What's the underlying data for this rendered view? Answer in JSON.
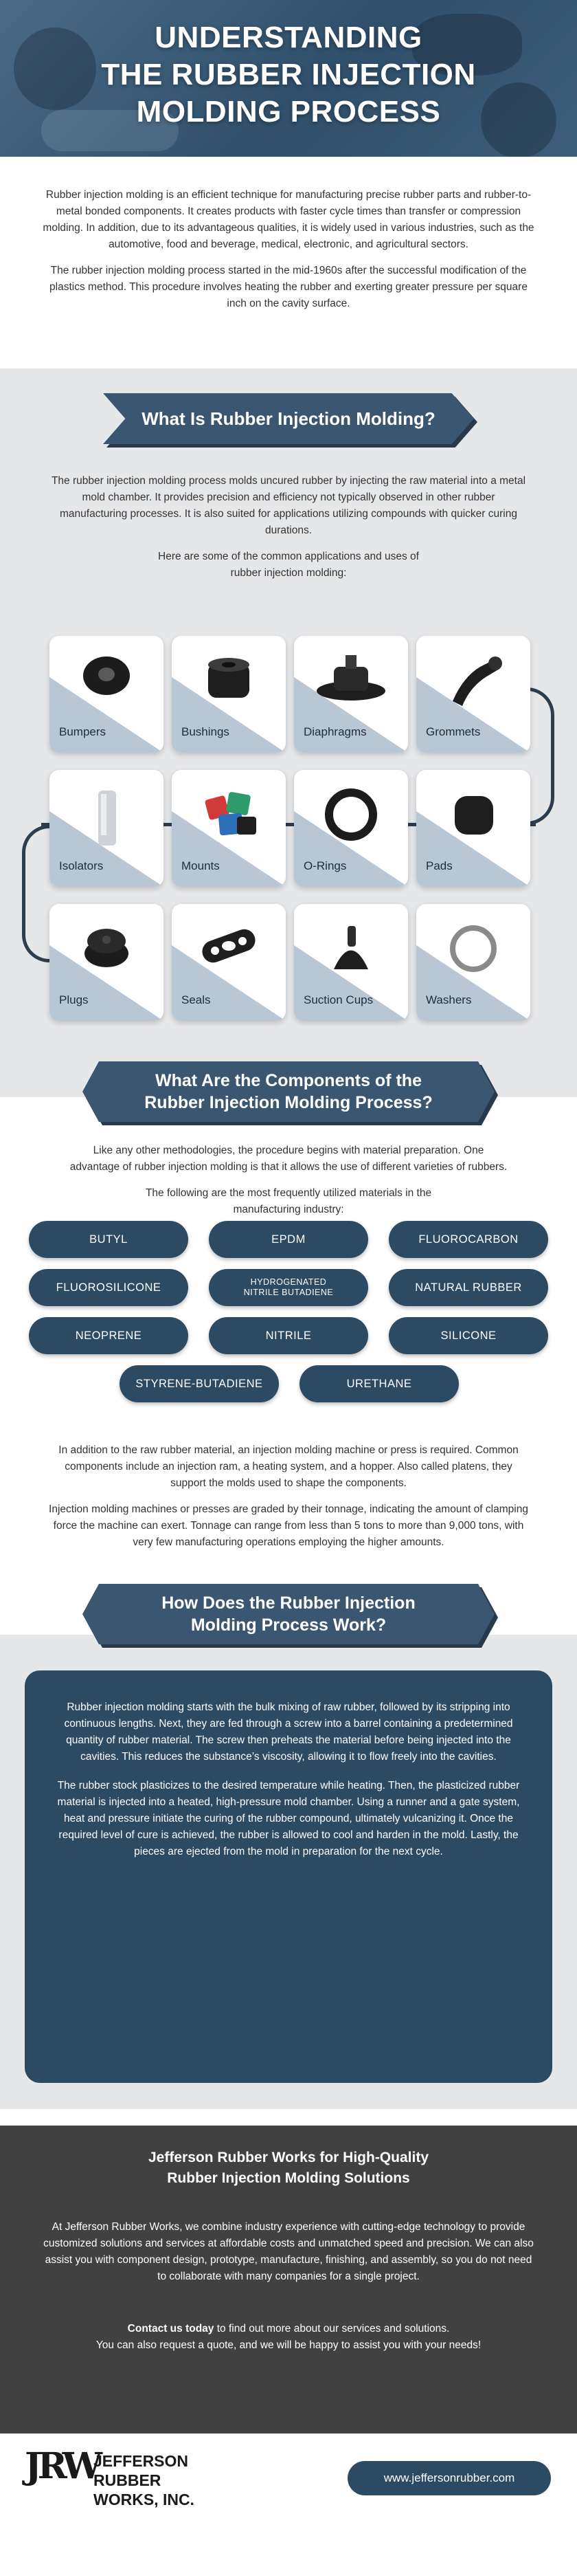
{
  "hero": {
    "title_lines": [
      "UNDERSTANDING",
      "THE RUBBER INJECTION",
      "MOLDING PROCESS"
    ]
  },
  "intro": {
    "p1": "Rubber injection molding is an efficient technique for manufacturing precise rubber parts and rubber-to-metal bonded components. It creates products with faster cycle times than transfer or compression molding. In addition, due to its advantageous qualities, it is widely used in various industries, such as the automotive, food and beverage, medical, electronic, and agricultural sectors.",
    "p2": "The rubber injection molding process started in the mid-1960s after the successful modification of the plastics method. This procedure involves heating the rubber and exerting greater pressure per square inch on the cavity surface."
  },
  "section1": {
    "title": "What Is Rubber Injection Molding?",
    "p1": "The rubber injection molding process molds uncured rubber by injecting the raw material into a metal mold chamber. It provides precision and efficiency not typically observed in other rubber manufacturing processes. It is also suited for applications utilizing compounds with quicker curing durations.",
    "p2": "Here are some of the common applications and uses of rubber injection molding:",
    "applications": [
      "Bumpers",
      "Bushings",
      "Diaphragms",
      "Grommets",
      "Isolators",
      "Mounts",
      "O-Rings",
      "Pads",
      "Plugs",
      "Seals",
      "Suction Cups",
      "Washers"
    ]
  },
  "section2": {
    "title_line1": "What Are the Components of the",
    "title_line2": "Rubber Injection Molding Process?",
    "p1": "Like any other methodologies, the procedure begins with material preparation. One advantage of rubber injection molding is that it allows the use of different varieties of rubbers.",
    "p2": "The following are the most frequently utilized materials in the manufacturing industry:",
    "materials": [
      "BUTYL",
      "EPDM",
      "FLUOROCARBON",
      "FLUOROSILICONE",
      "HYDROGENATED NITRILE BUTADIENE",
      "NATURAL RUBBER",
      "NEOPRENE",
      "NITRILE",
      "SILICONE",
      "STYRENE-BUTADIENE",
      "URETHANE"
    ],
    "p3": "In addition to the raw rubber material, an injection molding machine or press is required. Common components include an injection ram, a heating system, and a hopper. Also called platens, they support the molds used to shape the components.",
    "p4": "Injection molding machines or presses are graded by their tonnage, indicating the amount of clamping force the machine can exert. Tonnage can range from less than 5 tons to more than 9,000 tons, with very few manufacturing operations employing the higher amounts."
  },
  "section3": {
    "title_line1": "How Does the Rubber Injection",
    "title_line2": "Molding Process Work?",
    "p1": "Rubber injection molding starts with the bulk mixing of raw rubber, followed by its stripping into continuous lengths. Next, they are fed through a screw into a barrel containing a predetermined quantity of rubber material. The screw then preheats the material before being injected into the cavities. This reduces the substance’s viscosity, allowing it to flow freely into the cavities.",
    "p2": "The rubber stock plasticizes to the desired temperature while heating. Then, the plasticized rubber material is injected into a heated, high-pressure mold chamber. Using a runner and a gate system, heat and pressure initiate the curing of the rubber compound, ultimately vulcanizing it. Once the required level of cure is achieved, the rubber is allowed to cool and harden in the mold. Lastly, the pieces are ejected from the mold in preparation for the next cycle."
  },
  "footer": {
    "title_line1": "Jefferson Rubber Works for High-Quality",
    "title_line2": "Rubber Injection Molding Solutions",
    "p1": "At Jefferson Rubber Works, we combine industry experience with cutting-edge technology to provide customized solutions and services at affordable costs and unmatched speed and precision. We can also assist you with component design, prototype, manufacture, finishing, and assembly, so you do not need to collaborate with many companies for a single project.",
    "contact_bold": "Contact us today",
    "contact_rest": " to find out more about our services and solutions.",
    "p3": "You can also request a quote, and we will be happy to assist you with your needs!"
  },
  "brand": {
    "logo_mark": "JRW",
    "name_line1": "JEFFERSON",
    "name_line2": "RUBBER",
    "name_line3": "WORKS, INC.",
    "url": "www.jeffersonrubber.com"
  },
  "colors": {
    "navy": "#2d4a63",
    "banner": "#3a5670",
    "gray_bg": "#e6e7e9",
    "footer_bg": "#414141"
  }
}
